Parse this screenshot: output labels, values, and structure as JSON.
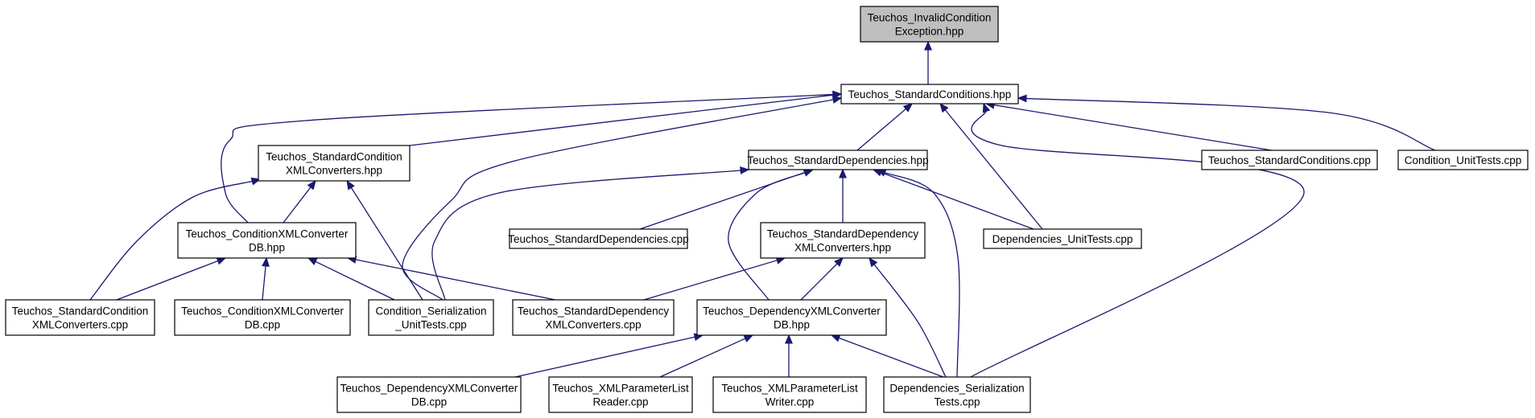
{
  "diagram": {
    "type": "include-dependency-graph",
    "colors": {
      "edge": "#191970",
      "root_fill": "#bfbfbf",
      "node_fill": "#ffffff",
      "node_border": "#000000"
    },
    "nodes": {
      "invalid": {
        "lines": [
          "Teuchos_InvalidCondition",
          "Exception.hpp"
        ],
        "root": true
      },
      "stdcond": {
        "lines": [
          "Teuchos_StandardConditions.hpp"
        ]
      },
      "scxml": {
        "lines": [
          "Teuchos_StandardCondition",
          "XMLConverters.hpp"
        ]
      },
      "stddep": {
        "lines": [
          "Teuchos_StandardDependencies.hpp"
        ]
      },
      "stdcondcpp": {
        "lines": [
          "Teuchos_StandardConditions.cpp"
        ]
      },
      "condut": {
        "lines": [
          "Condition_UnitTests.cpp"
        ]
      },
      "cxmldb": {
        "lines": [
          "Teuchos_ConditionXMLConverter",
          "DB.hpp"
        ]
      },
      "stddepcpp": {
        "lines": [
          "Teuchos_StandardDependencies.cpp"
        ]
      },
      "sdxml": {
        "lines": [
          "Teuchos_StandardDependency",
          "XMLConverters.hpp"
        ]
      },
      "depunit": {
        "lines": [
          "Dependencies_UnitTests.cpp"
        ]
      },
      "scxmlcpp": {
        "lines": [
          "Teuchos_StandardCondition",
          "XMLConverters.cpp"
        ]
      },
      "cxmldbcpp": {
        "lines": [
          "Teuchos_ConditionXMLConverter",
          "DB.cpp"
        ]
      },
      "condser": {
        "lines": [
          "Condition_Serialization",
          "_UnitTests.cpp"
        ]
      },
      "sdxmlcpp": {
        "lines": [
          "Teuchos_StandardDependency",
          "XMLConverters.cpp"
        ]
      },
      "dxmldb": {
        "lines": [
          "Teuchos_DependencyXMLConverter",
          "DB.hpp"
        ]
      },
      "dxmldbcpp": {
        "lines": [
          "Teuchos_DependencyXMLConverter",
          "DB.cpp"
        ]
      },
      "xplreader": {
        "lines": [
          "Teuchos_XMLParameterList",
          "Reader.cpp"
        ]
      },
      "xplwriter": {
        "lines": [
          "Teuchos_XMLParameterList",
          "Writer.cpp"
        ]
      },
      "depser": {
        "lines": [
          "Dependencies_Serialization",
          "Tests.cpp"
        ]
      }
    },
    "edges": [
      [
        "stdcond",
        "invalid"
      ],
      [
        "scxml",
        "stdcond"
      ],
      [
        "cxmldb",
        "stdcond"
      ],
      [
        "condser",
        "stdcond"
      ],
      [
        "stddep",
        "stdcond"
      ],
      [
        "depunit",
        "stdcond"
      ],
      [
        "depser",
        "stdcond"
      ],
      [
        "stdcondcpp",
        "stdcond"
      ],
      [
        "condut",
        "stdcond"
      ],
      [
        "cxmldb",
        "scxml"
      ],
      [
        "scxmlcpp",
        "scxml"
      ],
      [
        "condser",
        "scxml"
      ],
      [
        "scxmlcpp",
        "cxmldb"
      ],
      [
        "cxmldbcpp",
        "cxmldb"
      ],
      [
        "condser",
        "cxmldb"
      ],
      [
        "sdxmlcpp",
        "cxmldb"
      ],
      [
        "condser",
        "stddep"
      ],
      [
        "stddepcpp",
        "stddep"
      ],
      [
        "dxmldb",
        "stddep"
      ],
      [
        "sdxml",
        "stddep"
      ],
      [
        "depunit",
        "stddep"
      ],
      [
        "depser",
        "stddep"
      ],
      [
        "sdxmlcpp",
        "sdxml"
      ],
      [
        "dxmldb",
        "sdxml"
      ],
      [
        "depser",
        "sdxml"
      ],
      [
        "dxmldbcpp",
        "dxmldb"
      ],
      [
        "xplreader",
        "dxmldb"
      ],
      [
        "xplwriter",
        "dxmldb"
      ],
      [
        "depser",
        "dxmldb"
      ]
    ]
  }
}
